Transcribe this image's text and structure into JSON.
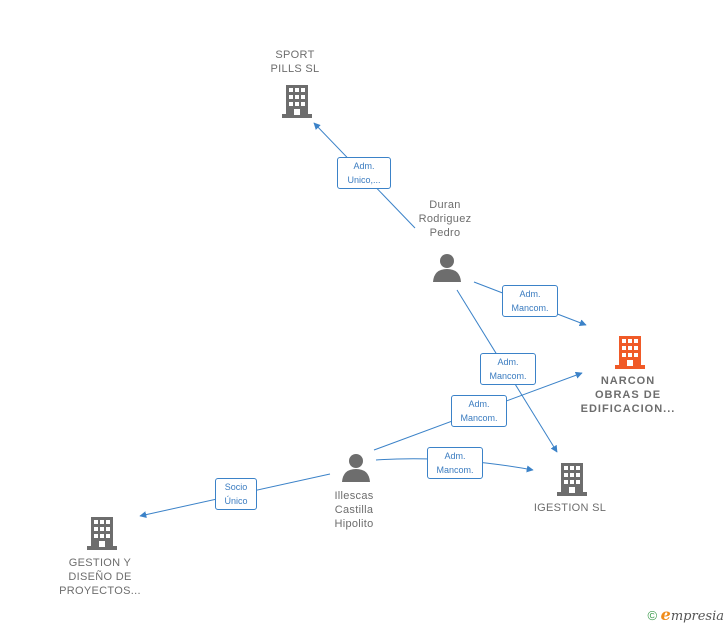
{
  "colors": {
    "edge": "#3b82c8",
    "company": "#6d6d6d",
    "company_focus": "#f05a28",
    "person": "#6d6d6d"
  },
  "nodes": {
    "sport_pills": {
      "label": "SPORT\nPILLS  SL",
      "icon": "building-icon"
    },
    "duran": {
      "label": "Duran\nRodriguez\nPedro",
      "icon": "person-icon"
    },
    "narcon": {
      "label": "NARCON\nOBRAS DE\nEDIFICACION...",
      "icon": "building-icon"
    },
    "illescas": {
      "label": "Illescas\nCastilla\nHipolito",
      "icon": "person-icon"
    },
    "igestion": {
      "label": "IGESTION SL",
      "icon": "building-icon"
    },
    "gestion": {
      "label": "GESTION Y\nDISEÑO DE\nPROYECTOS...",
      "icon": "building-icon"
    }
  },
  "edges": {
    "duran_sport": "Adm.\nUnico,...",
    "duran_narcon": "Adm.\nMancom.",
    "duran_igestion": "Adm.\nMancom.",
    "illescas_narcon": "Adm.\nMancom.",
    "illescas_igestion": "Adm.\nMancom.",
    "illescas_gestion": "Socio\nÚnico"
  },
  "footer": {
    "copyright": "©",
    "brand_e": "e",
    "brand_rest": "mpresia"
  }
}
